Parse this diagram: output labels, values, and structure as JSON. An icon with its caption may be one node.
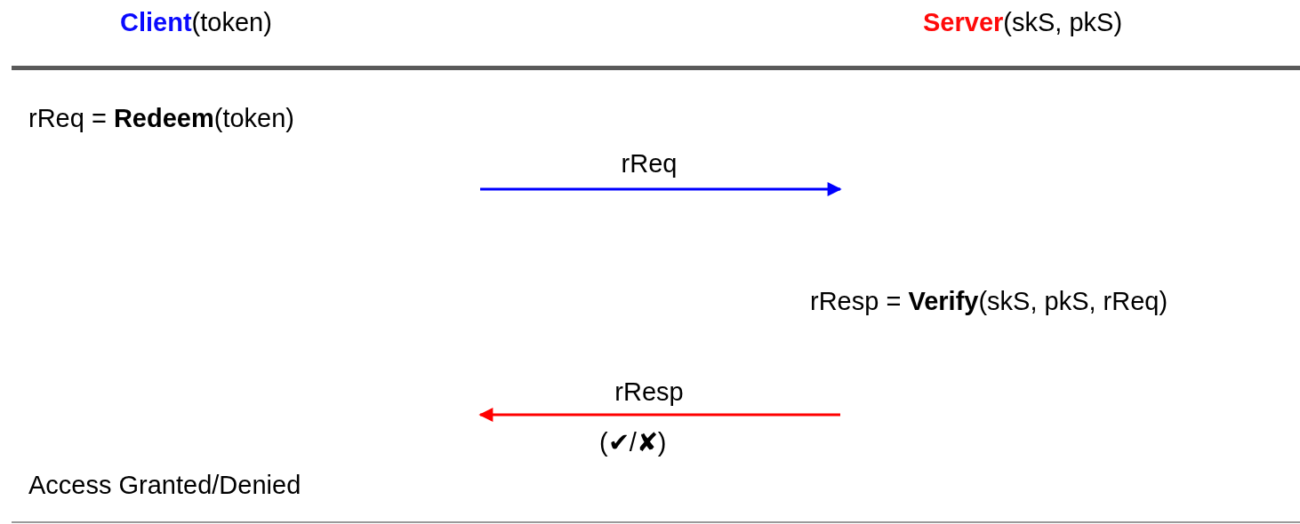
{
  "diagram": {
    "nodes": [
      {
        "text": [
          "**Client**(token)"
        ]
      },
      {
        "text": [
          "**Server**(skS, pkS)"
        ]
      },
      {
        "text": [
          "rReq = **Redeem**(token)"
        ]
      },
      {
        "text": [
          "rResp = **Verify**(skS, pkS, rReq)"
        ]
      },
      {
        "text": [
          "Access Granted/Denied"
        ]
      }
    ],
    "labels": [
      "rReq",
      "rResp",
      "(✔/✘)"
    ]
  }
}
